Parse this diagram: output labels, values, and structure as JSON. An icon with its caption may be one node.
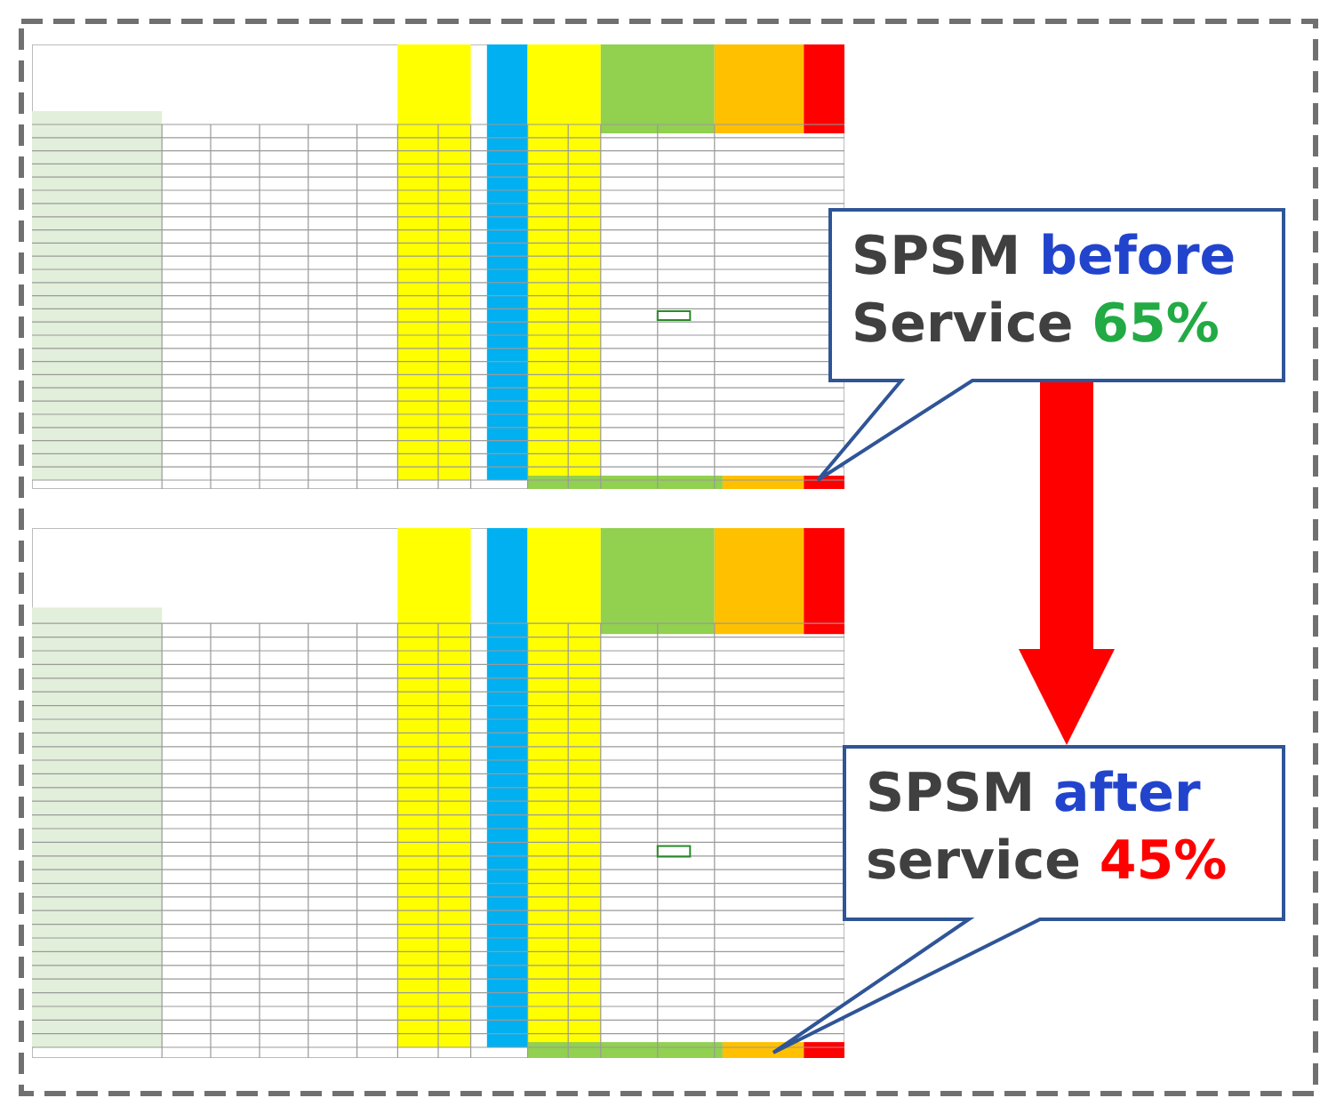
{
  "diagram": {
    "nodes": [
      {
        "text": [],
        "shape": "picture"
      },
      {
        "text": [
          "SPSM before Service 65%"
        ]
      },
      {
        "text": [],
        "shape": "picture"
      },
      {
        "text": [
          "SPSM after service 45%"
        ]
      }
    ],
    "edges": [
      {
        "from": 1,
        "to": 3,
        "arrow": "to",
        "color": "#ff0000"
      }
    ]
  }
}
